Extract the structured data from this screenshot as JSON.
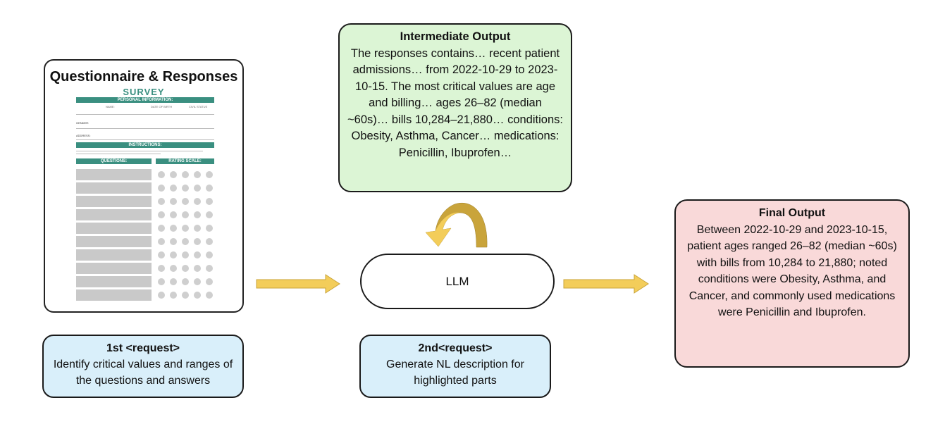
{
  "questionnaire": {
    "title": "Questionnaire & Responses",
    "survey_heading": "SURVEY",
    "personal_information": "PERSONAL INFORMATION:",
    "name_label": "NAME:",
    "dob_label": "DATE OF BIRTH",
    "civil_label": "CIVIL STATUS",
    "gender_label": "GENDER:",
    "address_label": "ADDRESS:",
    "instructions": "INSTRUCTIONS:",
    "questions": "QUESTIONS:",
    "rating_scale": "RATING SCALE:"
  },
  "intermediate": {
    "title": "Intermediate Output",
    "body": "The responses contains… recent patient admissions… from 2022-10-29 to 2023-10-15. The most critical values are age and billing… ages 26–82 (median ~60s)… bills 10,284–21,880… conditions: Obesity, Asthma, Cancer… medications: Penicillin, Ibuprofen…"
  },
  "llm": {
    "label": "LLM"
  },
  "final": {
    "title": "Final Output",
    "body": "Between 2022-10-29 and 2023-10-15, patient ages ranged 26–82 (median ~60s) with bills from 10,284 to 21,880; noted conditions were Obesity, Asthma, and Cancer, and commonly used medications were Penicillin and Ibuprofen."
  },
  "request1": {
    "title": "1st <request>",
    "body": "Identify critical values and ranges of the questions and answers"
  },
  "request2": {
    "title": "2nd<request>",
    "body": "Generate NL description for highlighted parts"
  },
  "colors": {
    "arrow": "#f3cd5a",
    "loop_arrow": "#c9a43b",
    "survey_accent": "#3a8f80",
    "intermediate_bg": "#dcf5d5",
    "final_bg": "#f9d9d9",
    "request_bg": "#d9effa"
  }
}
